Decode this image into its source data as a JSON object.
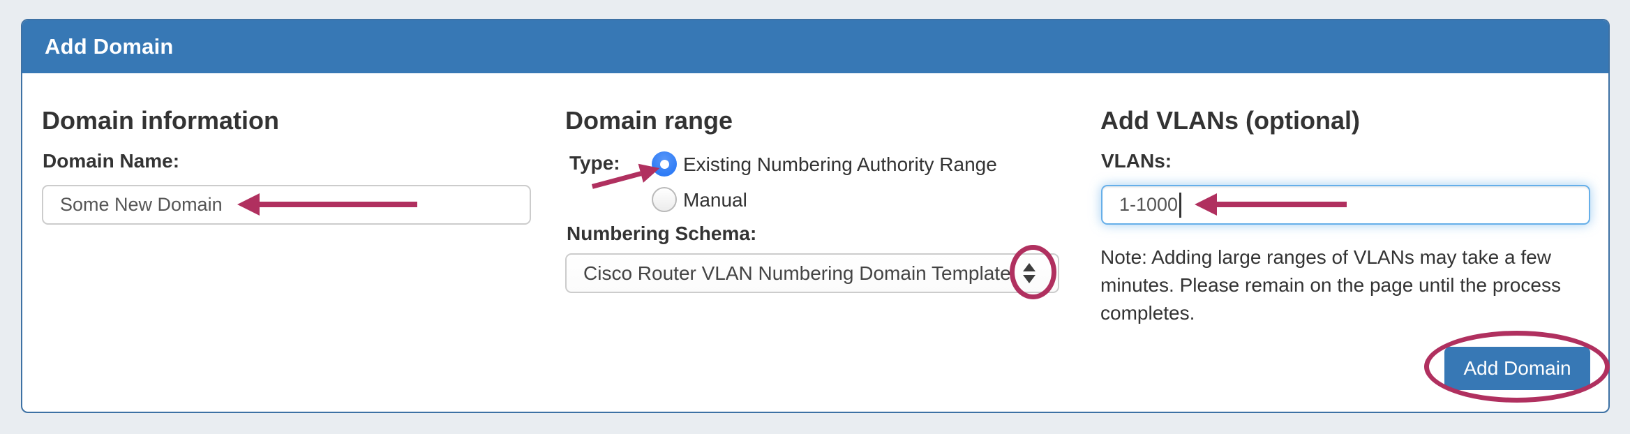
{
  "colors": {
    "header_blue": "#3778b5",
    "panel_border_blue": "#3d71a4",
    "annotation_crimson": "#b0305f",
    "focus_blue": "#66afe9",
    "radio_selected_blue": "#2f7cf6",
    "page_background": "#e9edf1"
  },
  "panel": {
    "title": "Add Domain"
  },
  "domain_information": {
    "heading": "Domain information",
    "domain_name_label": "Domain Name:",
    "domain_name_value": "Some New Domain"
  },
  "domain_range": {
    "heading": "Domain range",
    "type_label": "Type:",
    "options": [
      {
        "label": "Existing Numbering Authority Range",
        "selected": true
      },
      {
        "label": "Manual",
        "selected": false
      }
    ],
    "numbering_schema_label": "Numbering Schema:",
    "numbering_schema_value": "Cisco Router VLAN Numbering Domain Template"
  },
  "add_vlans": {
    "heading": "Add VLANs (optional)",
    "vlans_label": "VLANs:",
    "vlans_value": "1-1000",
    "note": "Note: Adding large ranges of VLANs may take a few minutes. Please remain on the page until the process completes.",
    "add_domain_button": "Add Domain"
  }
}
